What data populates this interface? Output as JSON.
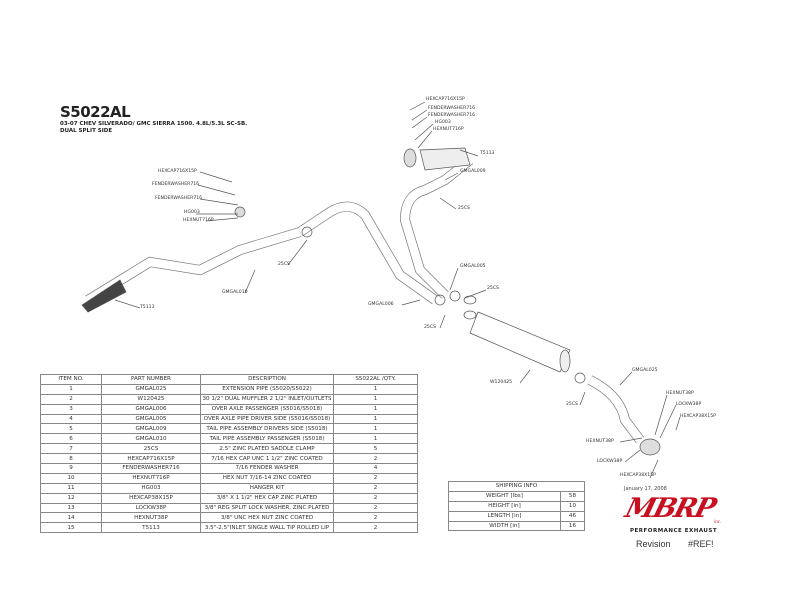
{
  "header": {
    "part": "S5022AL",
    "line1": "03-07 CHEV SILVERADO/ GMC SIERRA 1500. 4.8L/5.3L SC-SB.",
    "line2": "DUAL SPLIT SIDE"
  },
  "callouts": [
    "HEXCAP716X15P",
    "FENDERWASHER716",
    "FENDERWASHER716",
    "HG003",
    "HEXNUT716P",
    "25CS",
    "GMGAL010",
    "T5113",
    "HEXCAP716X15P",
    "FENDERWASHER716",
    "FENDERWASHER716",
    "HG003",
    "HEXNUT716P",
    "T5113",
    "GMGAL009",
    "25CS",
    "GMGAL005",
    "25CS",
    "GMGAL006",
    "25CS",
    "W120425",
    "GMGAL025",
    "25CS",
    "HEXNUT38P",
    "LOCKW38P",
    "HEXCAP38X15P",
    "HEXNUT38P",
    "LOCKW38P",
    "HEXCAP38X15P"
  ],
  "bom": {
    "headers": [
      "ITEM NO.",
      "PART NUMBER",
      "DESCRIPTION",
      "S5022AL /QTY."
    ],
    "rows": [
      [
        "1",
        "GMGAL025",
        "EXTENSION PIPE (S5020/S5022)",
        "1"
      ],
      [
        "2",
        "W120425",
        "30 1/2\" DUAL MUFFLER 2 1/2\" INLET/OUTLETS",
        "1"
      ],
      [
        "3",
        "GMGAL006",
        "OVER AXLE PASSENGER (S5016/S5018)",
        "1"
      ],
      [
        "4",
        "GMGAL005",
        "OVER AXLE PIPE DRIVER SIDE (S5016/S5018)",
        "1"
      ],
      [
        "5",
        "GMGAL009",
        "TAIL PIPE ASSEMBLY DRIVERS SIDE (S5018)",
        "1"
      ],
      [
        "6",
        "GMGAL010",
        "TAIL PIPE ASSEMBLY PASSENGER (S5018)",
        "1"
      ],
      [
        "7",
        "25CS",
        "2.5\" ZINC PLATED SADDLE CLAMP",
        "5"
      ],
      [
        "8",
        "HEXCAP716X15P",
        "7/16 HEX CAP UNC 1 1/2\" ZINC COATED",
        "2"
      ],
      [
        "9",
        "FENDERWASHER716",
        "7/16 FENDER WASHER",
        "4"
      ],
      [
        "10",
        "HEXNUT716P",
        "HEX NUT 7/16-14 ZINC COATED",
        "2"
      ],
      [
        "11",
        "HG003",
        "HANGER KIT",
        "2"
      ],
      [
        "12",
        "HEXCAP38X15P",
        "3/8\" X 1 1/2\" HEX CAP ZINC PLATED",
        "2"
      ],
      [
        "13",
        "LOCKW38P",
        "3/8\" REG SPLIT LOCK WASHER, ZINC PLATED",
        "2"
      ],
      [
        "14",
        "HEXNUT38P",
        "3/8\" UNC HEX NUT ZINC COATED",
        "2"
      ],
      [
        "15",
        "T5113",
        "3.5\"-2.5\"INLET SINGLE WALL TIP ROLLED LIP",
        "2"
      ]
    ]
  },
  "shipping": {
    "title": "SHIPPING INFO",
    "rows": [
      [
        "WEIGHT [lbs]",
        "58"
      ],
      [
        "HEIGHT [in]",
        "10"
      ],
      [
        "LENGTH [in]",
        "46"
      ],
      [
        "WIDTH [in]",
        "16"
      ]
    ]
  },
  "date": "January 17, 2008",
  "logo": {
    "text": "MBRP",
    "inc": "inc.",
    "tagline": "PERFORMANCE EXHAUST"
  },
  "revision": {
    "label": "Revision",
    "value": "#REF!"
  }
}
